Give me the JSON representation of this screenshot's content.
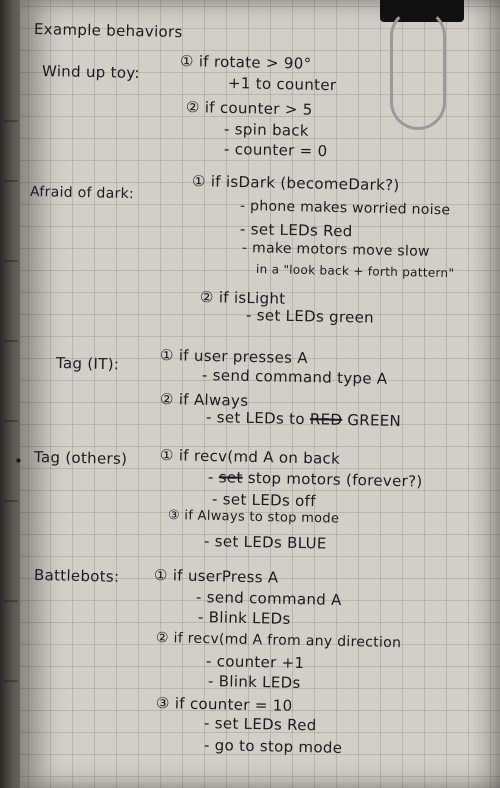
{
  "title": "Example behaviors",
  "wind_up_toy": {
    "heading": "Wind up toy:",
    "l1": "① if rotate > 90°",
    "l2": "+1 to counter",
    "l3": "② if counter > 5",
    "l4": "- spin back",
    "l5": "- counter = 0"
  },
  "afraid_of_dark": {
    "heading": "Afraid of dark:",
    "l1": "① if isDark (becomeDark?)",
    "l2": "- phone makes worried noise",
    "l3": "- set LEDs Red",
    "l4": "- make motors move slow",
    "l5": "in a \"look back + forth pattern\"",
    "l6": "② if isLight",
    "l7": "- set LEDs green"
  },
  "tag_it": {
    "heading": "Tag (IT):",
    "l1": "① if user presses A",
    "l2": "- send command type A",
    "l3": "② if Always",
    "l4a": "- set LEDs to",
    "l4b": "RED",
    "l4c": "GREEN"
  },
  "tag_others": {
    "bullet": "•",
    "heading": "Tag (others)",
    "l1": "① if recv(md A on back",
    "l2a": "-",
    "l2b": "set",
    "l2c": "stop motors (forever?)",
    "l3": "- set LEDs off",
    "l4": "③ if Always to stop mode",
    "l5": "- set LEDs BLUE"
  },
  "battlebots": {
    "heading": "Battlebots:",
    "l1": "① if userPress A",
    "l2": "- send command A",
    "l3": "- Blink LEDs",
    "l4": "② if recv(md A from any direction",
    "l5": "- counter +1",
    "l6": "- Blink LEDs",
    "l7": "③ if counter = 10",
    "l8": "- set LEDs Red",
    "l9": "- go to stop mode"
  },
  "colors": {
    "ink": "#1b1b1d",
    "paper": "#d2cfc8",
    "grid": "#8a8a8a"
  }
}
